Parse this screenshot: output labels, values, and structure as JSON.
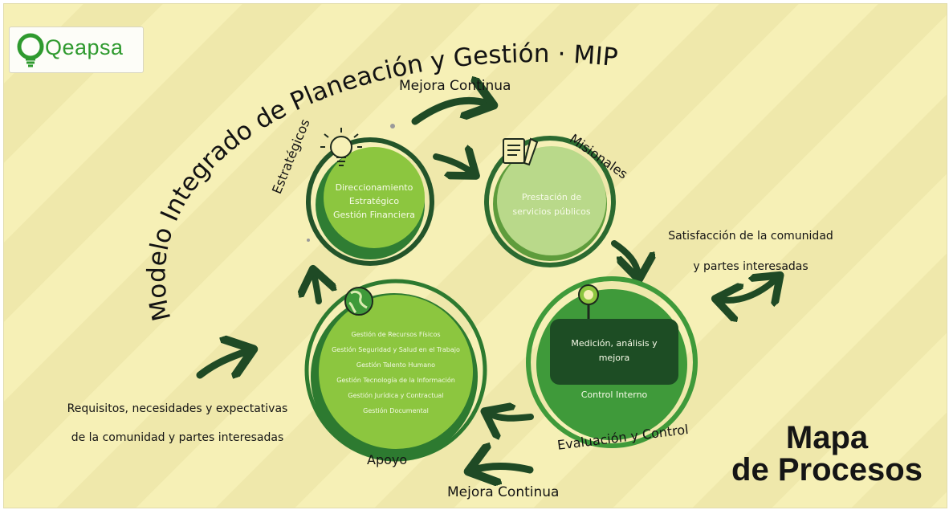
{
  "logo": {
    "name": "Qeapsa",
    "tagline": ""
  },
  "title": "Modelo Integrado de Planeación y Gestión · MIPG",
  "mejora_top": "Mejora Continua",
  "mejora_bottom": "Mejora Continua",
  "estrategicos": {
    "label": "Estratégicos",
    "lines": [
      "Direccionamiento",
      "Estratégico",
      "Gestión Financiera"
    ],
    "icon": "lightbulb-icon"
  },
  "misionales": {
    "label": "Misionales",
    "lines": [
      "Prestación de",
      "servicios públicos"
    ],
    "icon": "notepad-pencil-icon"
  },
  "evaluacion": {
    "label": "Evaluación y Control",
    "lines": [
      "Medición, análisis y",
      "mejora"
    ],
    "line2": "Control Interno",
    "icon": "magnifier-icon"
  },
  "apoyo": {
    "label": "Apoyo",
    "items": [
      "Gestión de Recursos Físicos",
      "Gestión Seguridad y Salud en el Trabajo",
      "Gestión Talento Humano",
      "Gestión Tecnología de la Información",
      "Gestión Jurídica y Contractual",
      "Gestión Documental"
    ],
    "icon": "globe-icon"
  },
  "satisfaccion": [
    "Satisfacción de la comunidad",
    "y partes interesadas"
  ],
  "requisitos": [
    "Requisitos, necesidades y expectativas",
    "de la comunidad y partes interesadas"
  ],
  "mapa": [
    "Mapa",
    "de Procesos"
  ],
  "colors": {
    "dark_green": "#1f4a25",
    "mid_green": "#3f9a3a",
    "light_green": "#8cc63f",
    "pale_green": "#b9d98a",
    "background": "#f6f0b6"
  }
}
